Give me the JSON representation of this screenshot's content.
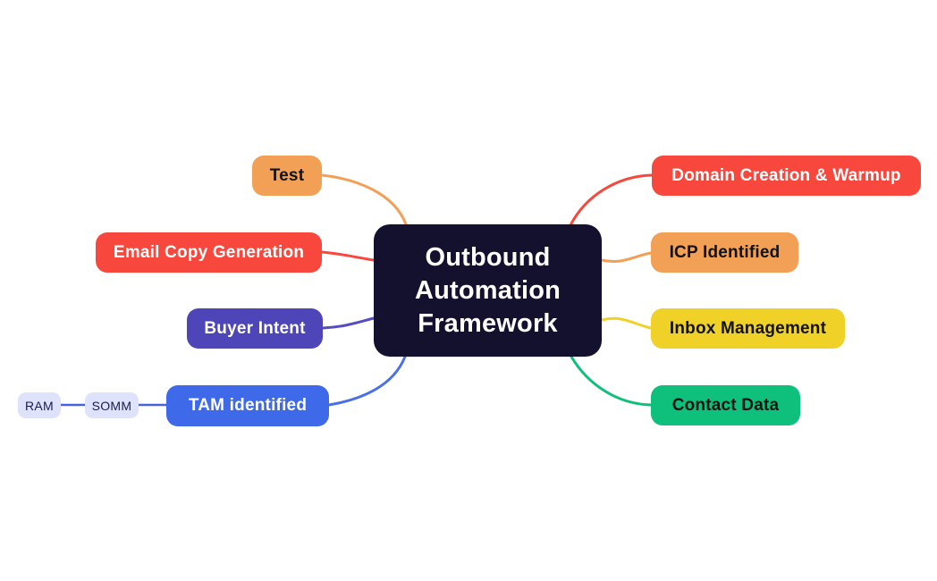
{
  "app": {
    "background_color": "#FFFFFF",
    "diagram_type": "mindmap"
  },
  "diagram": {
    "center": {
      "id": "center",
      "label": "Outbound Automation Framework",
      "bg": "#14112E",
      "text_color": "#FFFFFF"
    },
    "nodes": [
      {
        "id": "test",
        "label": "Test",
        "bg": "#F2A055",
        "text_color": "#121212",
        "side": "left"
      },
      {
        "id": "email-copy-generation",
        "label": "Email Copy Generation",
        "bg": "#F8473C",
        "text_color": "#FFFFFF",
        "side": "left"
      },
      {
        "id": "buyer-intent",
        "label": "Buyer Intent",
        "bg": "#4D45B8",
        "text_color": "#FFFFFF",
        "side": "left"
      },
      {
        "id": "tam-identified",
        "label": "TAM identified",
        "bg": "#3E6AE9",
        "text_color": "#FFFFFF",
        "side": "left"
      },
      {
        "id": "somm",
        "label": "SOMM",
        "bg": "#DEE2FB",
        "text_color": "#1A1B52",
        "side": "left"
      },
      {
        "id": "ram",
        "label": "RAM",
        "bg": "#DEE2FB",
        "text_color": "#1A1B52",
        "side": "left"
      },
      {
        "id": "domain-creation-warmup",
        "label": "Domain Creation & Warmup",
        "bg": "#F8473C",
        "text_color": "#FFFFFF",
        "side": "right"
      },
      {
        "id": "icp-identified",
        "label": "ICP Identified",
        "bg": "#F2A055",
        "text_color": "#121212",
        "side": "right"
      },
      {
        "id": "inbox-management",
        "label": "Inbox Management",
        "bg": "#EFD128",
        "text_color": "#121212",
        "side": "right"
      },
      {
        "id": "contact-data",
        "label": "Contact Data",
        "bg": "#0FBF7C",
        "text_color": "#121212",
        "side": "right"
      }
    ],
    "edges": [
      {
        "from": "test",
        "to": "center",
        "color": "#F2A055"
      },
      {
        "from": "email-copy-generation",
        "to": "center",
        "color": "#F8473C"
      },
      {
        "from": "buyer-intent",
        "to": "center",
        "color": "#554DC0"
      },
      {
        "from": "tam-identified",
        "to": "center",
        "color": "#4A6FE8"
      },
      {
        "from": "center",
        "to": "domain-creation-warmup",
        "color": "#F8473C"
      },
      {
        "from": "center",
        "to": "icp-identified",
        "color": "#F2A055"
      },
      {
        "from": "center",
        "to": "inbox-management",
        "color": "#EFD128"
      },
      {
        "from": "center",
        "to": "contact-data",
        "color": "#0FBF7C"
      },
      {
        "from": "ram",
        "to": "somm",
        "color": "#4862D9"
      },
      {
        "from": "somm",
        "to": "tam-identified",
        "color": "#4862D9"
      }
    ]
  }
}
